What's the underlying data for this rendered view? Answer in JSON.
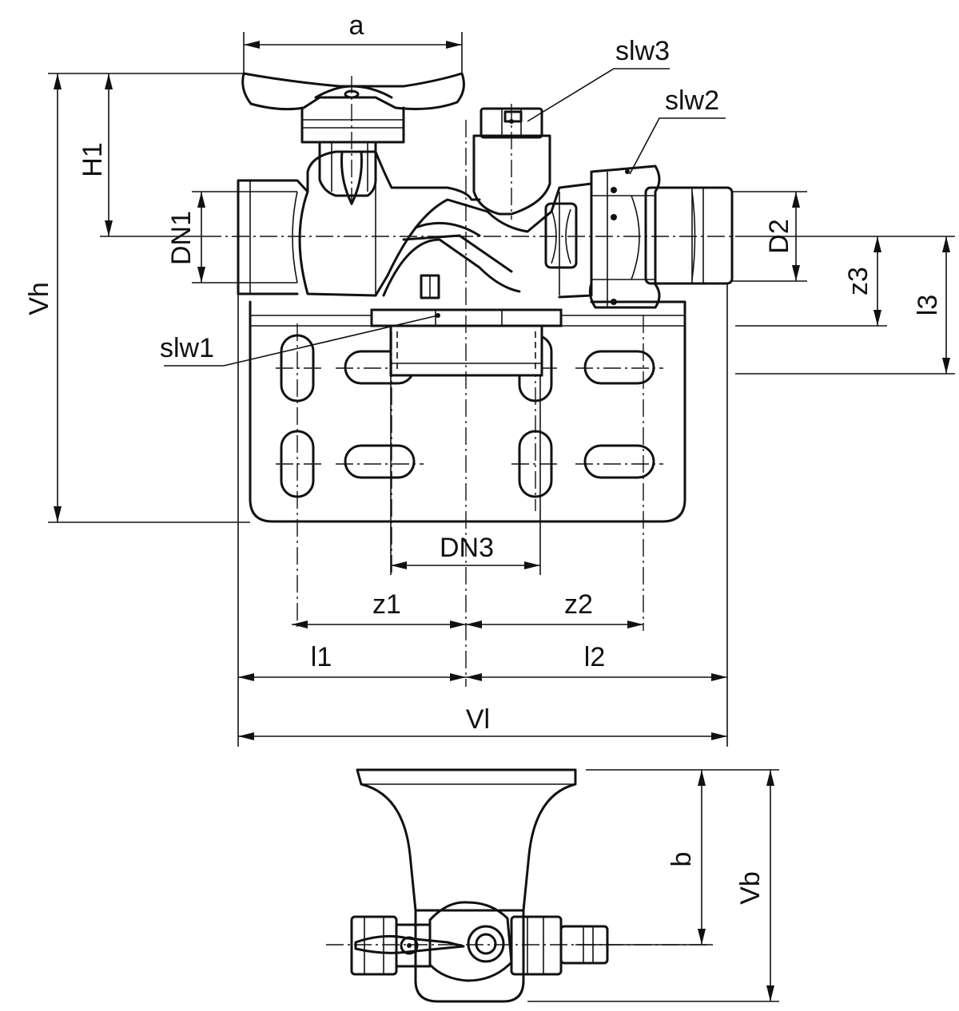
{
  "labels": {
    "a": "a",
    "H1": "H1",
    "DN1": "DN1",
    "Vh": "Vh",
    "slw1": "slw1",
    "slw2": "slw2",
    "slw3": "slw3",
    "D2": "D2",
    "z3": "z3",
    "l3": "l3",
    "DN3": "DN3",
    "z1": "z1",
    "z2": "z2",
    "l1": "l1",
    "l2": "l2",
    "Vl": "Vl",
    "b": "b",
    "Vb": "Vb"
  }
}
